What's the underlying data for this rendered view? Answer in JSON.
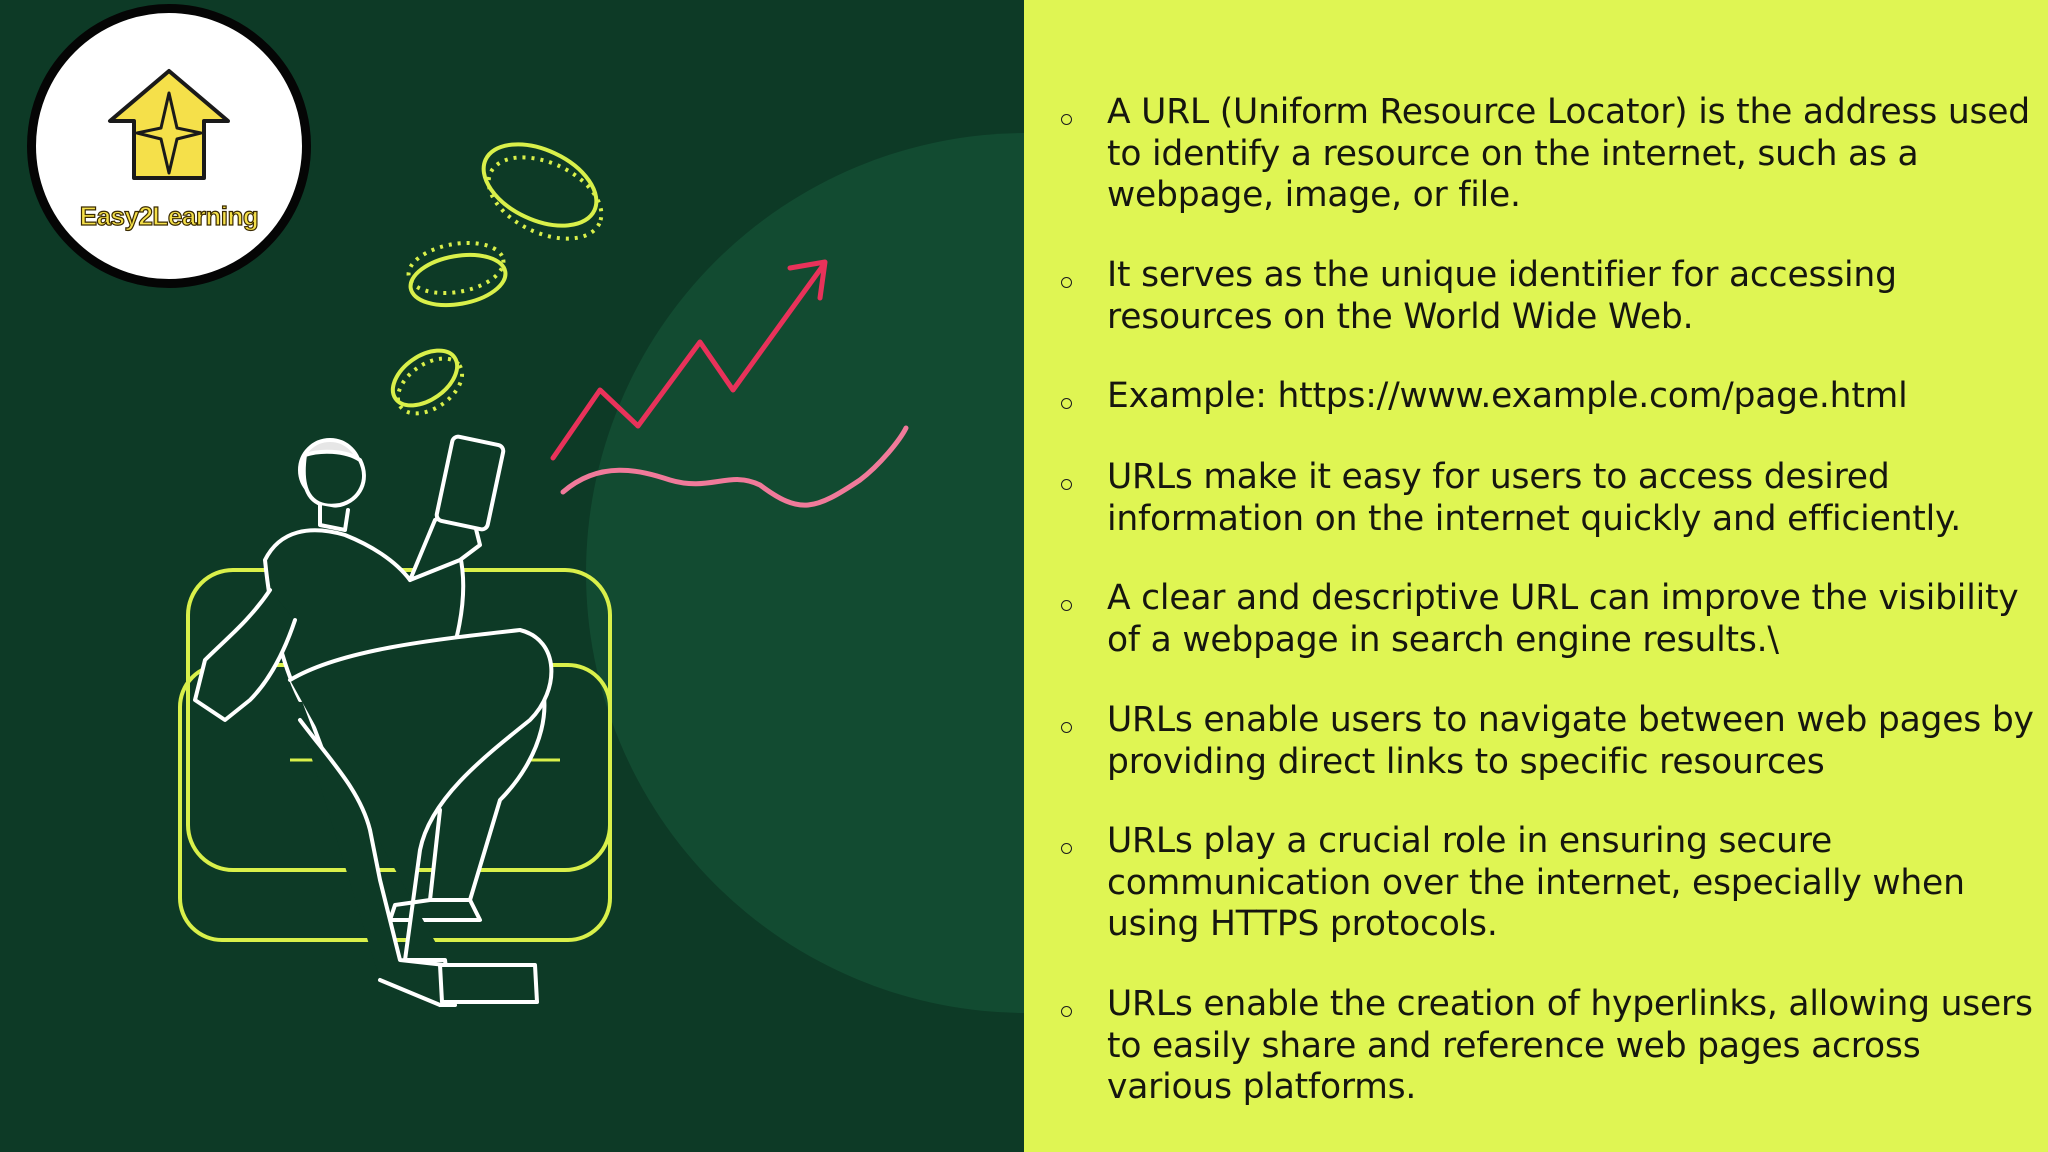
{
  "logo": {
    "text": "Easy2Learning",
    "icon": "star-house-icon",
    "colors": {
      "ring": "#050505",
      "fill": "#f5e04a"
    }
  },
  "illustration": {
    "icon": "person-on-sofa-with-phone-illustration",
    "elements": [
      "coin-icon",
      "trend-arrow-icon",
      "wave-line-icon"
    ]
  },
  "bullets": [
    {
      "text": "A URL (Uniform Resource Locator) is the address used\nto identify a resource on the internet, such as a\nwebpage, image, or file."
    },
    {
      "text": "It serves as the unique identifier for accessing\nresources on the World Wide Web."
    },
    {
      "text": "Example: https://www.example.com/page.html"
    },
    {
      "text": "URLs make it easy for users to access desired\ninformation on the internet quickly and efficiently."
    },
    {
      "text": "A clear and descriptive URL can improve the visibility\nof a webpage in search engine results.\\"
    },
    {
      "text": "URLs enable users to navigate between web pages by\nproviding direct links to specific resources"
    },
    {
      "text": "URLs play a crucial role in ensuring secure\ncommunication over the internet, especially when\nusing HTTPS protocols."
    },
    {
      "text": "URLs enable the creation of hyperlinks, allowing users\nto easily share and reference web pages across\nvarious platforms."
    }
  ],
  "colors": {
    "left_background": "#0d3a26",
    "circle": "#124b31",
    "right_background": "#dff553",
    "line_yellow": "#d9f04a",
    "arrow_red": "#e8325a",
    "wave_pink": "#f07a9a"
  }
}
